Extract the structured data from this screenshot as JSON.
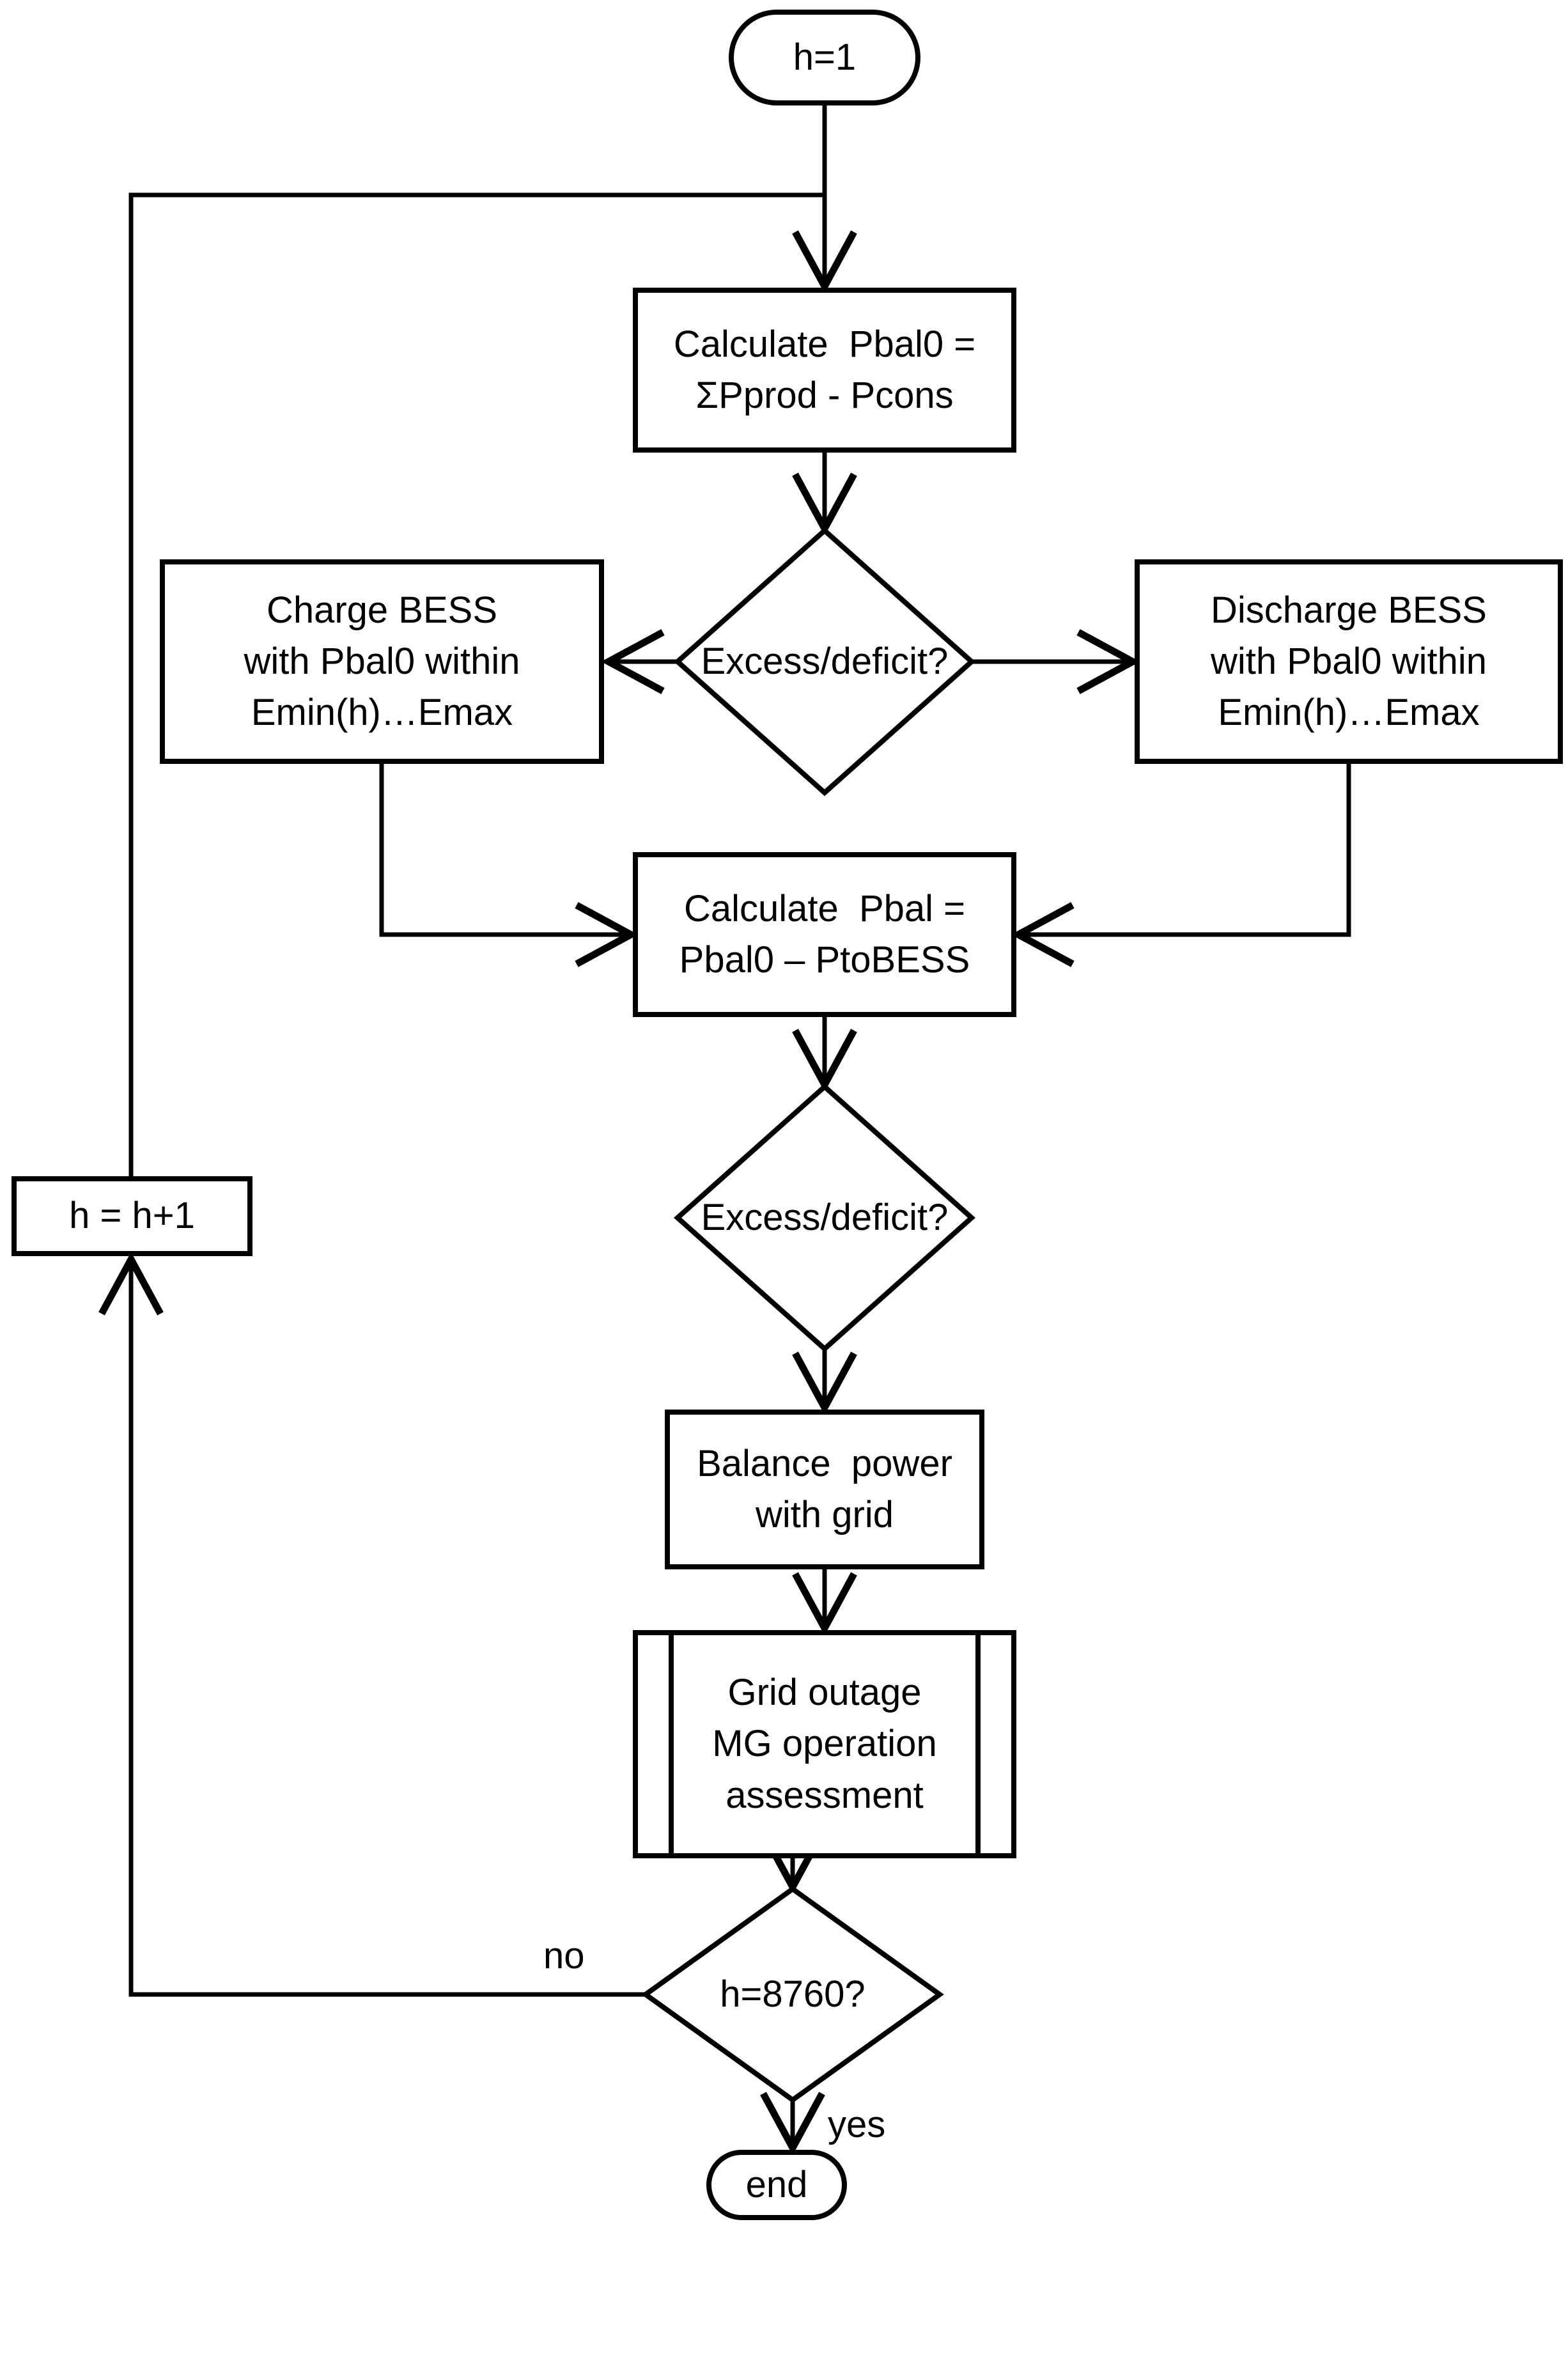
{
  "flowchart": {
    "nodes": {
      "start": {
        "type": "terminator",
        "label": "h=1"
      },
      "calc_pbal0": {
        "type": "process",
        "label": "Calculate  Pbal0 =\nΣPprod - Pcons"
      },
      "excess_deficit_1": {
        "type": "decision",
        "label": "Excess/deficit?"
      },
      "charge_bess": {
        "type": "process",
        "label": "Charge BESS\nwith Pbal0 within\nEmin(h)…Emax"
      },
      "discharge_bess": {
        "type": "process",
        "label": "Discharge BESS\nwith Pbal0 within\nEmin(h)…Emax"
      },
      "calc_pbal": {
        "type": "process",
        "label": "Calculate  Pbal =\nPbal0 – PtoBESS"
      },
      "excess_deficit_2": {
        "type": "decision",
        "label": "Excess/deficit?"
      },
      "balance_grid": {
        "type": "process",
        "label": "Balance  power\nwith grid"
      },
      "grid_outage": {
        "type": "predefined-process",
        "label": "Grid outage\nMG operation\nassessment"
      },
      "hour_check": {
        "type": "decision",
        "label": "h=8760?"
      },
      "increment_hour": {
        "type": "process",
        "label": "h = h+1"
      },
      "end": {
        "type": "terminator",
        "label": "end"
      }
    },
    "edge_labels": {
      "no": "no",
      "yes": "yes"
    },
    "colors": {
      "stroke": "#000000",
      "fill": "#ffffff",
      "text": "#000000"
    }
  }
}
